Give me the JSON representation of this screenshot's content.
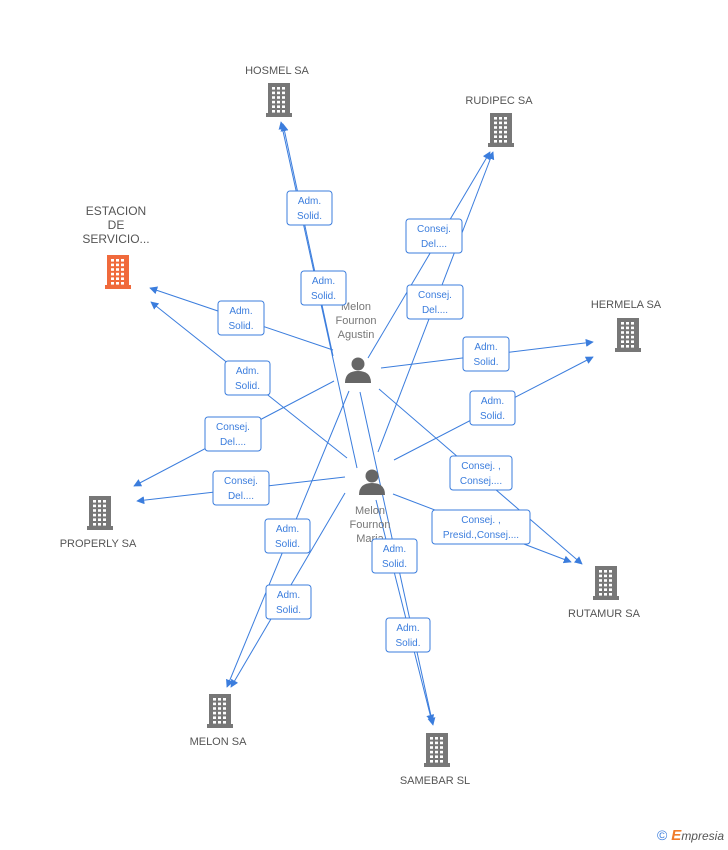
{
  "colors": {
    "edge": "#3b7ddd",
    "company": "#777777",
    "main_company": "#f06a3c",
    "person": "#666666"
  },
  "nodes": {
    "companies": [
      {
        "id": "hosmel",
        "label": [
          "HOSMEL SA"
        ]
      },
      {
        "id": "rudipec",
        "label": [
          "RUDIPEC SA"
        ]
      },
      {
        "id": "estacion",
        "label": [
          "ESTACION",
          "DE",
          "SERVICIO..."
        ],
        "main": true
      },
      {
        "id": "hermela",
        "label": [
          "HERMELA SA"
        ]
      },
      {
        "id": "properly",
        "label": [
          "PROPERLY SA"
        ]
      },
      {
        "id": "rutamur",
        "label": [
          "RUTAMUR SA"
        ]
      },
      {
        "id": "melon",
        "label": [
          "MELON SA"
        ]
      },
      {
        "id": "samebar",
        "label": [
          "SAMEBAR SL"
        ]
      }
    ],
    "persons": [
      {
        "id": "agustin",
        "label": [
          "Melon",
          "Fournon",
          "Agustin"
        ]
      },
      {
        "id": "maria",
        "label": [
          "Melon",
          "Fournon",
          "Maria"
        ]
      }
    ]
  },
  "edges": [
    {
      "id": "e1",
      "from": "agustin",
      "to": "hosmel",
      "label": [
        "Adm.",
        "Solid."
      ]
    },
    {
      "id": "e2",
      "from": "maria",
      "to": "hosmel",
      "label": [
        "Adm.",
        "Solid."
      ]
    },
    {
      "id": "e3",
      "from": "agustin",
      "to": "rudipec",
      "label": [
        "Consej.",
        "Del...."
      ]
    },
    {
      "id": "e4",
      "from": "maria",
      "to": "rudipec",
      "label": [
        "Consej.",
        "Del...."
      ]
    },
    {
      "id": "e5",
      "from": "agustin",
      "to": "estacion",
      "label": [
        "Adm.",
        "Solid."
      ]
    },
    {
      "id": "e6",
      "from": "maria",
      "to": "estacion",
      "label": [
        "Adm.",
        "Solid."
      ]
    },
    {
      "id": "e7",
      "from": "agustin",
      "to": "hermela",
      "label": [
        "Adm.",
        "Solid."
      ]
    },
    {
      "id": "e8",
      "from": "maria",
      "to": "hermela",
      "label": [
        "Adm.",
        "Solid."
      ]
    },
    {
      "id": "e9",
      "from": "agustin",
      "to": "properly",
      "label": [
        "Consej.",
        "Del...."
      ]
    },
    {
      "id": "e10",
      "from": "maria",
      "to": "properly",
      "label": [
        "Consej.",
        "Del...."
      ]
    },
    {
      "id": "e11",
      "from": "agustin",
      "to": "rutamur",
      "label": [
        "Consej. ,",
        "Consej...."
      ]
    },
    {
      "id": "e12",
      "from": "maria",
      "to": "rutamur",
      "label": [
        "Consej. ,",
        "Presid.,Consej...."
      ]
    },
    {
      "id": "e13",
      "from": "agustin",
      "to": "melon",
      "label": [
        "Adm.",
        "Solid."
      ]
    },
    {
      "id": "e14",
      "from": "maria",
      "to": "melon",
      "label": [
        "Adm.",
        "Solid."
      ]
    },
    {
      "id": "e15",
      "from": "agustin",
      "to": "samebar",
      "label": [
        "Adm.",
        "Solid."
      ]
    },
    {
      "id": "e16",
      "from": "maria",
      "to": "samebar",
      "label": [
        "Adm.",
        "Solid."
      ]
    }
  ],
  "footer": {
    "copyright": "©",
    "brand_e": "E",
    "brand_rest": "mpresia"
  }
}
